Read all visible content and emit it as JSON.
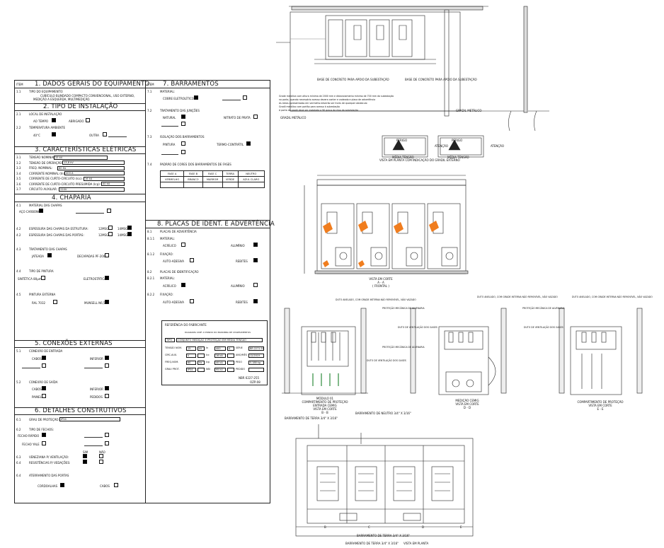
{
  "header_item": "ITEM",
  "sections": {
    "s1": {
      "title": "1. DADOS GERAIS DO EQUIPAMENTO",
      "item": "1.1",
      "label": "TIPO DO EQUIPAMENTO:",
      "desc1": "CUBÍCULO BLINDADO COMPACTO CONVENCIONAL, USO EXTERNO,",
      "desc2": "MEDIÇÃO A ESQUERDA, MULTIMEDIÇÃO."
    },
    "s2": {
      "title": "2. TIPO DE INSTALAÇÃO",
      "i1": "2.1",
      "l1": "LOCAL DE INSTALAÇÃO",
      "o1a": "AO TEMPO",
      "o1b": "ABRIGADO",
      "i2": "2.2",
      "l2": "TEMPERATURA AMBIENTE",
      "o2a": "40°C",
      "o2b": "OUTRA"
    },
    "s3": {
      "title": "3. CARACTERÍSTICAS ELÉTRICAS",
      "rows": [
        {
          "item": "3.1",
          "label": "TENSÃO NOMINAL:",
          "value": "15 kV"
        },
        {
          "item": "3.2",
          "label": "TENSÃO DE OPERAÇÃO:",
          "value": "13,8 kV"
        },
        {
          "item": "3.3",
          "label": "FREQ. NOMINAL:",
          "value": "60 Hz"
        },
        {
          "item": "3.4",
          "label": "CORRENTE NOMINAL (In):",
          "value": "400 A"
        },
        {
          "item": "3.5",
          "label": "CORRENTE DE CURTO-CIRCUITO (Icc):",
          "value": "16 kA"
        },
        {
          "item": "3.6",
          "label": "CORRENTE DE CURTO-CIRCUITO PRESUMIDA (Icp):",
          "value": "40 kA"
        },
        {
          "item": "3.7",
          "label": "CIRCUITO AUXILIAR:",
          "value": "220V"
        }
      ]
    },
    "s4": {
      "title": "4. CHAPARIA",
      "i1": "4.1",
      "l1": "MATERIAL DAS CHAPAS",
      "o1": "AÇO CARBONO",
      "i2": "4.2",
      "l2": "ESPESSURA DAS CHAPAS DA ESTRUTURA:",
      "i2b": "4.2",
      "l2b": "ESPESSURA DAS CHAPAS DAS PORTAS:",
      "msg12": "12MSG",
      "msg14": "14MSG",
      "i3": "4.3",
      "l3": "TRATAMENTO DAS CHAPAS",
      "o3a": "JATEADA",
      "o3b": "DECAPADAS PF-200",
      "i4": "4.4",
      "l4": "TIPO DE PINTURA",
      "o4a": "SINTÉTICA 80µm",
      "o4b": "ELETROSTÁTICA",
      "i5": "4.5",
      "l5": "PINTURA EXTERNA",
      "o5a": "RAL 7032",
      "o5b": "MUNSELL N6,5"
    },
    "s5": {
      "title": "5. CONEXÕES EXTERNAS",
      "i1": "5.1",
      "l1": "CONEXÃO DE ENTRADA",
      "o1a": "CABOS",
      "o1b": "INFERIOR",
      "i2": "5.2",
      "l2": "CONEXÃO DE SAÍDA",
      "o2a": "CABOS",
      "o2b": "INFERIOR",
      "o2c": "PAINEL",
      "o2d": "PEDIDOS"
    },
    "s6": {
      "title": "6. DETALHES CONSTRUTIVOS",
      "i1": "6.1",
      "l1": "GRAU DE PROTEÇÃO:",
      "v1": "IP54",
      "i2": "6.2",
      "l2": "TIPO DE FECHOS:",
      "o2a": "FECHO RÁPIDO",
      "o2b": "FECHO YALE",
      "i3": "6.3",
      "l3": "VENEZIANA P/ VENTILAÇÃO:",
      "i4": "6.4",
      "l4": "RESISTÊNCIAS P/ VEDAÇÕES:",
      "sim": "SIM",
      "nao": "NÃO",
      "i5": "6.4",
      "l5": "ATERRAMENTO DAS PORTAS",
      "o5a": "CORDOALHAS",
      "o5b": "CABOS"
    },
    "s7": {
      "title": "7. BARRAMENTOS",
      "i1": "7.1",
      "l1": "MATERIAL:",
      "o1": "COBRE ELETROLÍTICO",
      "i2": "7.2",
      "l2": "TRATAMENTO DAS JUNÇÕES",
      "o2a": "NATURAL",
      "o2b": "NITRATO DE PRATA",
      "i3": "7.3",
      "l3": "ISOLAÇÃO DOS BARRAMENTOS",
      "o3a": "PINTURA",
      "o3b": "TERMO-CONTRÁTIL",
      "i4": "7.4",
      "l4": "PADRÃO DE CORES DOS BARRAMENTOS DE FASES",
      "phase_headers": [
        "FASE A",
        "FASE B",
        "FASE C",
        "TERRA",
        "NEUTRO"
      ],
      "phase_colors": [
        "VERMELHO",
        "BRANCO",
        "MARROM",
        "VERDE",
        "AZUL CLARO"
      ]
    },
    "s8": {
      "title": "8. PLACAS DE IDENT. E ADVERTÊNCIA",
      "i1": "8.1",
      "l1": "PLACAS DE ADVERTÊNCIA",
      "i11": "8.1.1",
      "l11": "MATERIAL:",
      "o11a": "ACRÍLICO",
      "o11b": "ALUMÍNIO",
      "i12": "8.1.2",
      "l12": "FIXAÇÃO:",
      "o12a": "AUTO-ADESIVA",
      "o12b": "REBITES",
      "i2": "8.2",
      "l2": "PLACAS DE IDENTIFICAÇÃO",
      "i21": "8.2.1",
      "l21": "MATERIAL:",
      "o21a": "ACRÍLICO",
      "o21b": "ALUMÍNIO",
      "i22": "8.2.2",
      "l22": "FIXAÇÃO:",
      "o22a": "AUTO-ADESIVA",
      "o22b": "REBITES"
    }
  },
  "plate": {
    "header": "REFERÊNCIA DO FABRICANTE",
    "small": "DIAGRAMA UNIF. O PONDO DO MANOBRA DE CHAPEAMENTOS",
    "tipo_label": "TIPO",
    "tipo_value": "CONJUNTO MEDIÇÃO E PROTEÇÃO EM MÉDIA TENSÃO",
    "rows": [
      [
        "TENSÃO NOM.",
        "15",
        "kV",
        "In",
        "400",
        "A",
        "SÉRIE",
        "BR 2271 EX"
      ],
      [
        "CIRC.AUX.",
        "V",
        "",
        "Icc",
        "16 kA",
        "",
        "ANO/MÊS",
        "12/2019"
      ],
      [
        "FREQ.NOM.",
        "60",
        "Hz",
        "Icp",
        "40 kA",
        "",
        "PESO",
        "5.188 kg"
      ],
      [
        "GRAU PROT.",
        "IP54",
        "",
        "NBI",
        "95 kV",
        "",
        "PEDIDO",
        ""
      ]
    ],
    "footer": "NBR 6227-255",
    "code": "OZP-08"
  },
  "drawing": {
    "plan_title": "VISTA EM PLANTA COM INDICAÇÃO DO GRADIL EXTERNO",
    "notes": [
      "Grade metálica com altura mínima de 2000 mm e distanciamento mínimo de 700 mm da subestação",
      "na porta, quando necessário acesso devera conter e cadeado e placa de advertência",
      "As áreas apresentadas em vermelho deverão ser livres de qualquer obstáculo",
      "Gradil metálico com portão para acesso à subestação",
      "A porta do gradil deve ser instalada a 90 graus do eixo da subestação"
    ],
    "base1": "BASE DE CONCRETO PARA APOIO DA SUBESTAÇÃO",
    "base2": "BASE DE CONCRETO PARA APOIO DA SUBESTAÇÃO",
    "gradil": "GRADIL METÁLICO",
    "gradil2": "GRADIL METÁLICO",
    "sign_text": "PERIGO",
    "sign_sub": "MÉDIA TENSÃO",
    "sign_side": "ATENÇÃO",
    "view_aa_1": "VISTA EM CORTE",
    "view_aa_2": "A - A",
    "view_aa_3": "( FRONTAL )",
    "view_bb_1": "MÓDULO 01",
    "view_bb_2": "COMPARTIMENTO DE PROTEÇÃO",
    "view_bb_3": "ENTRADA CEMIG",
    "view_bb_4": "VISTA EM CORTE",
    "view_bb_5": "B - B",
    "view_dd_1": "MEDIÇÃO CEMIG",
    "view_dd_2": "VISTA EM CORTE",
    "view_dd_3": "D - D",
    "view_ee_1": "COMPARTIMENTO DE PROTEÇÃO",
    "view_ee_2": "VISTA EM CORTE",
    "view_ee_3": "E - E",
    "plan2_title": "VISTA EM PLANTA",
    "bar_terra_top": "BARRAMENTO DE TERRA 3/4\" X 3/16\"",
    "bar_neutro": "BARRAMENTO DE NEUTRO 3/4\" X 3/16\"",
    "bar_terra_b1": "BARRAMENTO DE TERRA 3/4\" X 3/16\"",
    "bar_terra_b2": "BARRAMENTO DE TERRA 3/4\" X 3/16\"",
    "duto": "DUTO ANELADO, COM GRADE INTERNA NÃO REMOVÍVEL, NÃO VAZADO",
    "prot_mec": "PROTEÇÃO MECÂNICA DE ALVENARIA",
    "duto_ventil": "DUTO DE VENTILAÇÃO DOS GASES",
    "letters": [
      "B",
      "C",
      "D",
      "E"
    ]
  },
  "colors": {
    "line": "#222222",
    "orange": "#f07d1e",
    "green": "#2e8b3d"
  }
}
